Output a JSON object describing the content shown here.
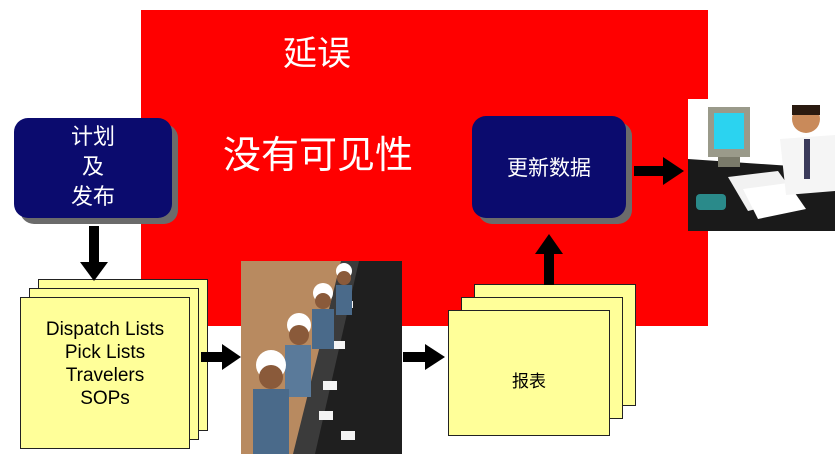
{
  "diagram": {
    "delay_label": "延误",
    "no_visibility_label": "没有可见性",
    "plan_box": {
      "lines": [
        "计划",
        "及",
        "发布"
      ]
    },
    "update_box": {
      "label": "更新数据"
    },
    "docs_left": {
      "lines": [
        "Dispatch Lists",
        "Pick Lists",
        "Travelers",
        "SOPs"
      ]
    },
    "docs_right": {
      "label": "报表"
    },
    "icons": {
      "workers": "assembly-line-workers-picture",
      "man": "man-at-computer-picture"
    },
    "colors": {
      "panel": "#ff0000",
      "box": "#0b0b6e",
      "paper": "#ffff99"
    }
  }
}
